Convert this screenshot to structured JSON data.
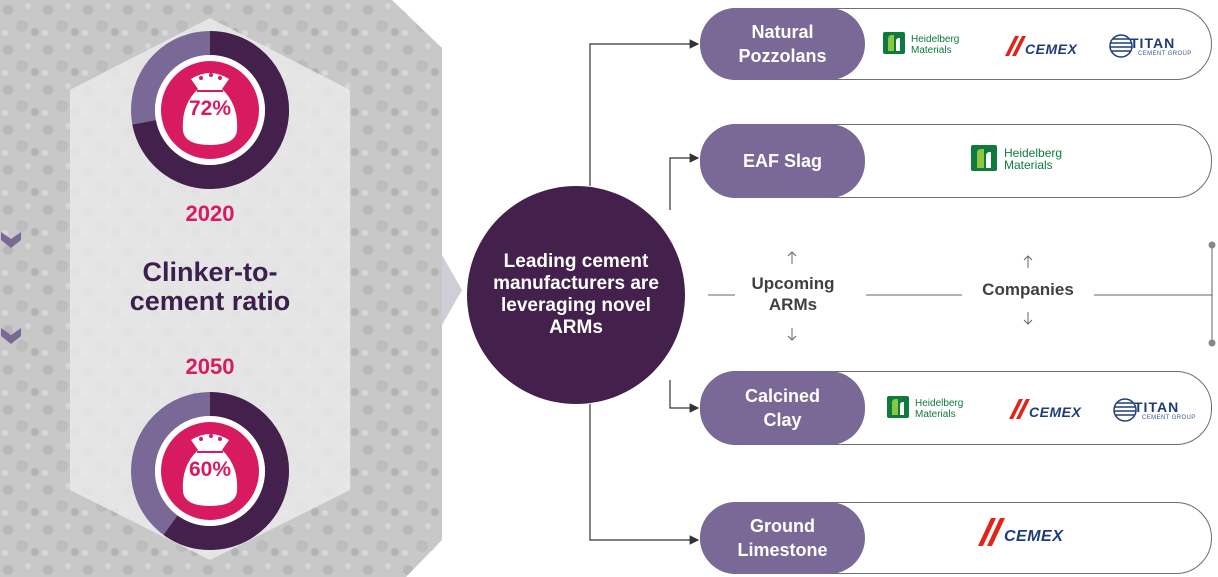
{
  "left_panel": {
    "top_donut_value": "72%",
    "year_start": "2020",
    "ratio_label_line1": "Clinker-to-",
    "ratio_label_line2": "cement ratio",
    "year_end": "2050",
    "bottom_donut_value": "60%",
    "top_share": 0.72,
    "bottom_share": 0.6
  },
  "hub": {
    "text": "Leading cement manufacturers are leveraging novel ARMs"
  },
  "legend": {
    "upcoming_line1": "Upcoming",
    "upcoming_line2": "ARMs",
    "companies": "Companies"
  },
  "arms": [
    {
      "label_line1": "Natural",
      "label_line2": "Pozzolans",
      "companies": [
        "Heidelberg Materials",
        "CEMEX",
        "TITAN CEMENT GROUP"
      ]
    },
    {
      "label_line1": "EAF Slag",
      "label_line2": "",
      "companies": [
        "Heidelberg Materials"
      ]
    },
    {
      "label_line1": "Calcined",
      "label_line2": "Clay",
      "companies": [
        "Heidelberg Materials",
        "CEMEX",
        "TITAN CEMENT GROUP"
      ]
    },
    {
      "label_line1": "Ground",
      "label_line2": "Limestone",
      "companies": [
        "CEMEX"
      ]
    }
  ],
  "logos": {
    "heidelberg_line1": "Heidelberg",
    "heidelberg_line2": "Materials",
    "cemex": "CEMEX",
    "titan": "TITAN",
    "titan_sub": "CEMENT GROUP"
  },
  "colors": {
    "dark_purple": "#44204c",
    "pill_purple": "#7a6996",
    "accent_pink": "#d81b60",
    "heidelberg_green": "#0f7a3e",
    "cemex_red": "#e2231a",
    "cemex_blue": "#1f3c7a"
  }
}
